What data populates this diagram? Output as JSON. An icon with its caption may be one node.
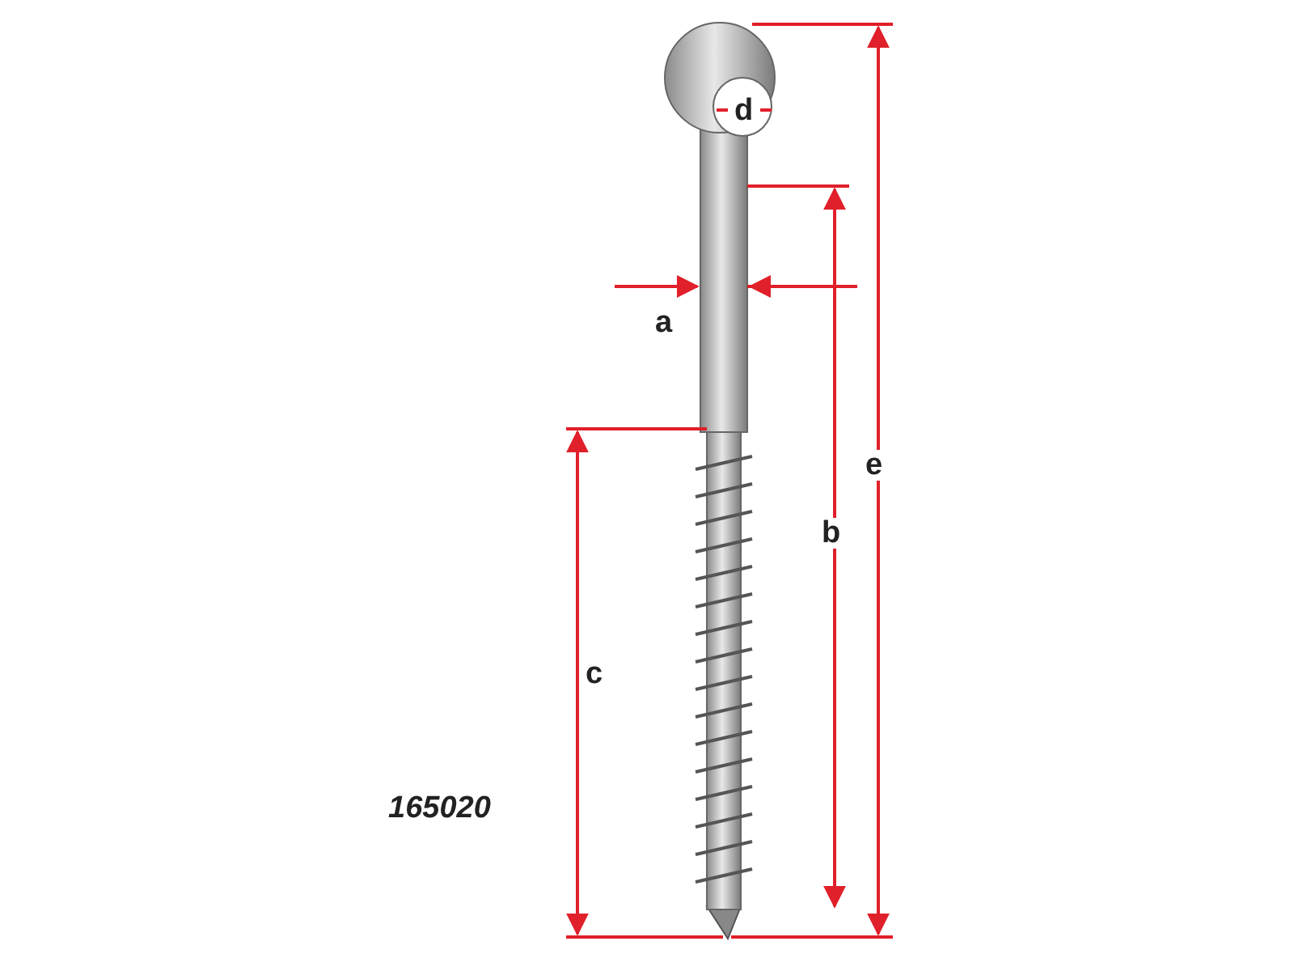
{
  "diagram": {
    "labels": [
      "d",
      "a",
      "e",
      "b",
      "c",
      "165020"
    ]
  }
}
